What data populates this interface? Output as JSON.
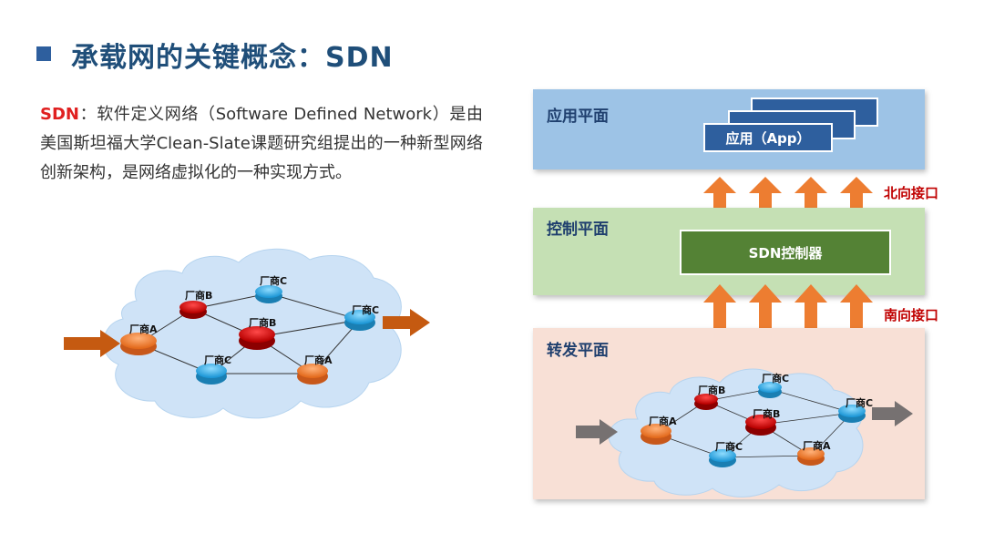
{
  "slide": {
    "title": "承载网的关键概念：SDN",
    "desc_keyword": "SDN",
    "desc_rest": "：软件定义网络（Software Defined Network）是由美国斯坦福大学Clean-Slate课题研究组提出的一种新型网络创新架构，是网络虚拟化的一种实现方式。"
  },
  "diagram": {
    "app_plane": "应用平面",
    "app_box": "应用（App）",
    "control_plane": "控制平面",
    "controller": "SDN控制器",
    "northbound": "北向接口",
    "southbound": "南向接口",
    "forward_plane": "转发平面"
  },
  "left_net": {
    "a1": "厂商A",
    "b1": "厂商B",
    "c1": "厂商C",
    "b2": "厂商B",
    "c2": "厂商C",
    "c3": "厂商C",
    "a2": "厂商A"
  },
  "right_net": {
    "a1": "厂商A",
    "b1": "厂商B",
    "c1": "厂商C",
    "b2": "厂商B",
    "c2": "厂商C",
    "c3": "厂商C",
    "a2": "厂商A"
  },
  "colors": {
    "app_plane": "#9dc3e6",
    "control_plane": "#c5e0b4",
    "forward_plane": "#f8e0d6",
    "app_box": "#2e5f9e",
    "controller": "#548235",
    "arrow": "#ed7d31",
    "cloud": "#cfe3f7",
    "router_orange": "#ed7d31",
    "router_red": "#c00000",
    "router_blue": "#2ea8e0"
  }
}
